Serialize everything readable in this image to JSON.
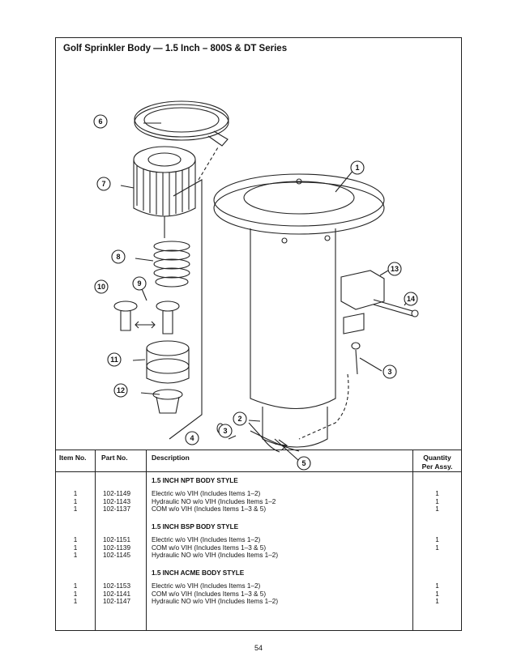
{
  "title": "Golf Sprinkler Body — 1.5 Inch – 800S  & DT Series",
  "callouts": [
    "1",
    "2",
    "3",
    "3",
    "4",
    "5",
    "6",
    "7",
    "8",
    "9",
    "10",
    "11",
    "12",
    "13",
    "14"
  ],
  "table": {
    "headers": {
      "item_no": "Item No.",
      "part_no": "Part No.",
      "description": "Description",
      "quantity_line1": "Quantity",
      "quantity_line2": "Per Assy."
    },
    "sections": [
      {
        "heading": "1.5 INCH NPT BODY STYLE",
        "rows": [
          {
            "item": "1",
            "part": "102-1149",
            "desc": "Electric w/o VIH (Includes Items 1–2)",
            "qty": "1"
          },
          {
            "item": "1",
            "part": "102-1143",
            "desc": "Hydraulic NO w/o VIH (Includes Items 1–2",
            "qty": "1"
          },
          {
            "item": "1",
            "part": "102-1137",
            "desc": "COM w/o VIH (Includes Items 1–3 & 5)",
            "qty": "1"
          }
        ]
      },
      {
        "heading": "1.5 INCH BSP BODY STYLE",
        "rows": [
          {
            "item": "1",
            "part": "102-1151",
            "desc": "Electric w/o VIH (Includes Items 1–2)",
            "qty": "1"
          },
          {
            "item": "1",
            "part": "102-1139",
            "desc": "COM w/o VIH (Includes Items 1–3 & 5)",
            "qty": "1"
          },
          {
            "item": "1",
            "part": "102-1145",
            "desc": "Hydraulic NO w/o VIH (Includes Items 1–2)",
            "qty": ""
          }
        ]
      },
      {
        "heading": "1.5 INCH ACME BODY STYLE",
        "rows": [
          {
            "item": "1",
            "part": "102-1153",
            "desc": "Electric w/o VIH (Includes Items 1–2)",
            "qty": "1"
          },
          {
            "item": "1",
            "part": "102-1141",
            "desc": "COM w/o VIH (Includes Items 1–3 & 5)",
            "qty": "1"
          },
          {
            "item": "1",
            "part": "102-1147",
            "desc": "Hydraulic NO w/o VIH (Includes Items 1–2)",
            "qty": "1"
          }
        ]
      }
    ]
  },
  "page_number": "54"
}
